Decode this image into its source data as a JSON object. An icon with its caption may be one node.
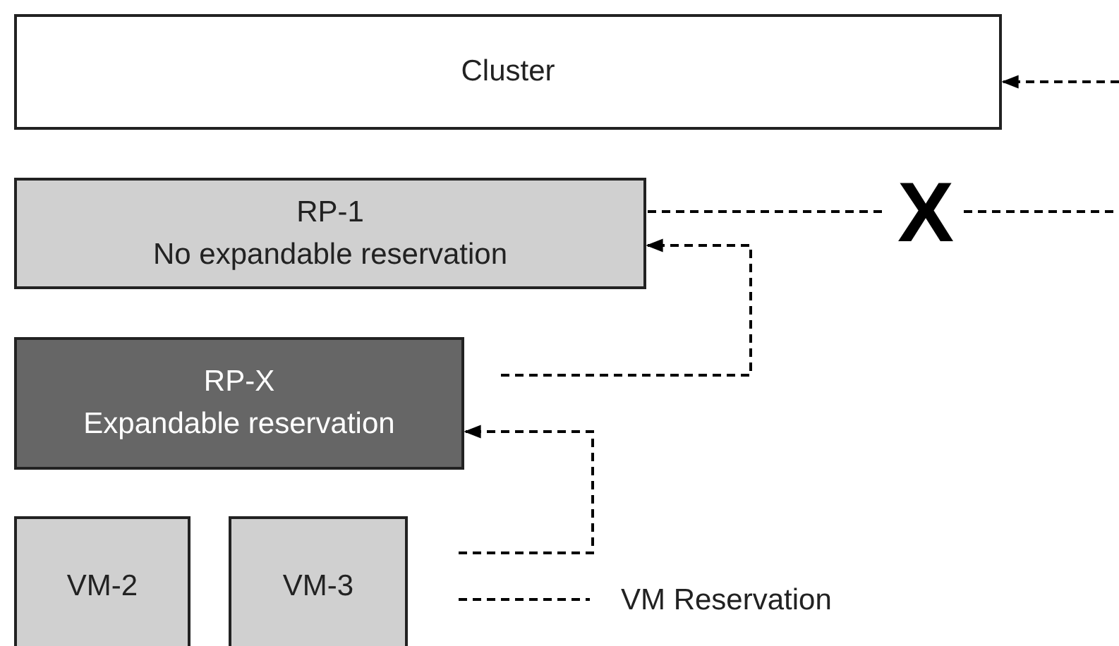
{
  "diagram": {
    "nodes": [
      {
        "text": [
          "Cluster"
        ]
      },
      {
        "text": [
          "RP-1",
          "No expandable reservation"
        ]
      },
      {
        "text": [
          "RP-X",
          "Expandable reservation"
        ]
      },
      {
        "text": [
          "VM-2"
        ]
      },
      {
        "text": [
          "VM-3"
        ]
      },
      {
        "text": [
          "X"
        ]
      }
    ],
    "edges": [
      {
        "from": null,
        "to": 0,
        "arrow": "to",
        "style": "dashed"
      },
      {
        "from": null,
        "to": 1,
        "arrow": "to",
        "style": "dashed"
      },
      {
        "from": null,
        "to": 2,
        "arrow": "to",
        "style": "dashed"
      },
      {
        "from": 1,
        "to": 5,
        "arrow": "none",
        "style": "dashed"
      },
      {
        "from": 5,
        "to": null,
        "arrow": "none",
        "style": "dashed"
      }
    ],
    "legend": [
      {
        "text": "VM Reservation"
      }
    ]
  }
}
